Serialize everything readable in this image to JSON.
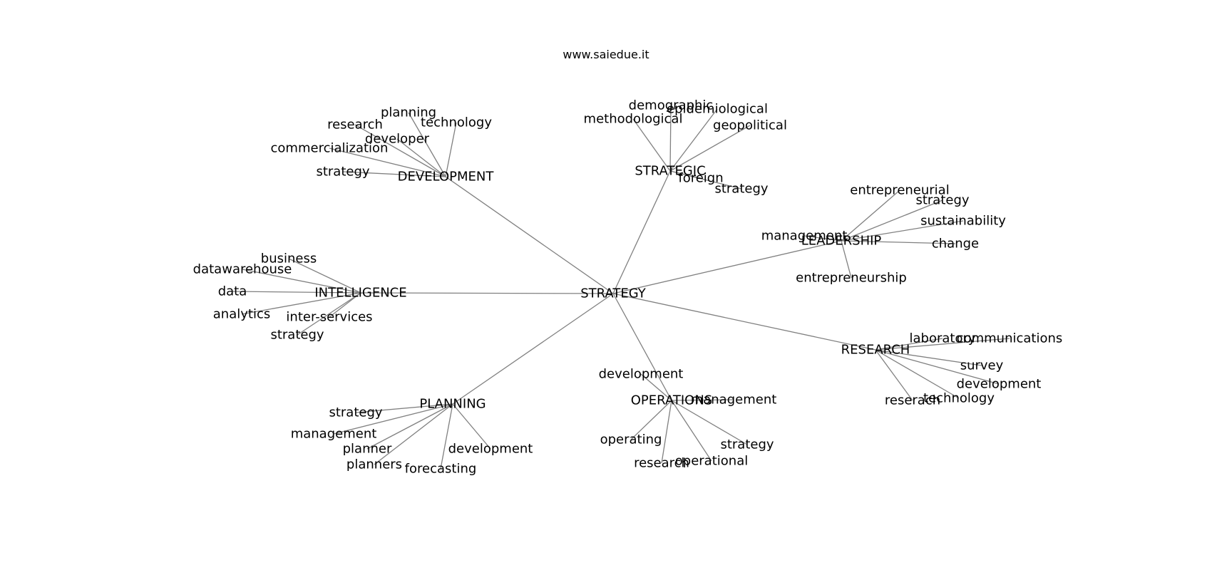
{
  "title": "www.saiedue.it",
  "colors": {
    "edge": "#808080",
    "text": "#000000",
    "background": "#ffffff"
  },
  "root": "STRATEGY",
  "hubs": [
    {
      "id": "development",
      "label": "DEVELOPMENT",
      "leaves": [
        "planning",
        "research",
        "technology",
        "developer",
        "commercialization",
        "strategy"
      ]
    },
    {
      "id": "strategic",
      "label": "STRATEGIC",
      "leaves": [
        "demographic",
        "epidemiological",
        "methodological",
        "geopolitical",
        "foreign",
        "strategy"
      ]
    },
    {
      "id": "leadership",
      "label": "LEADERSHIP",
      "leaves": [
        "entrepreneurial",
        "strategy",
        "sustainability",
        "management",
        "change",
        "entrepreneurship"
      ]
    },
    {
      "id": "intelligence",
      "label": "INTELLIGENCE",
      "leaves": [
        "business",
        "datawarehouse",
        "data",
        "analytics",
        "inter-services",
        "strategy"
      ]
    },
    {
      "id": "research",
      "label": "RESEARCH",
      "leaves": [
        "laboratory",
        "communications",
        "survey",
        "development",
        "technology",
        "reserach"
      ]
    },
    {
      "id": "planning",
      "label": "PLANNING",
      "leaves": [
        "strategy",
        "management",
        "planner",
        "development",
        "planners",
        "forecasting"
      ]
    },
    {
      "id": "operations",
      "label": "OPERATIONS",
      "leaves": [
        "development",
        "management",
        "operating",
        "strategy",
        "research",
        "operational"
      ]
    }
  ]
}
